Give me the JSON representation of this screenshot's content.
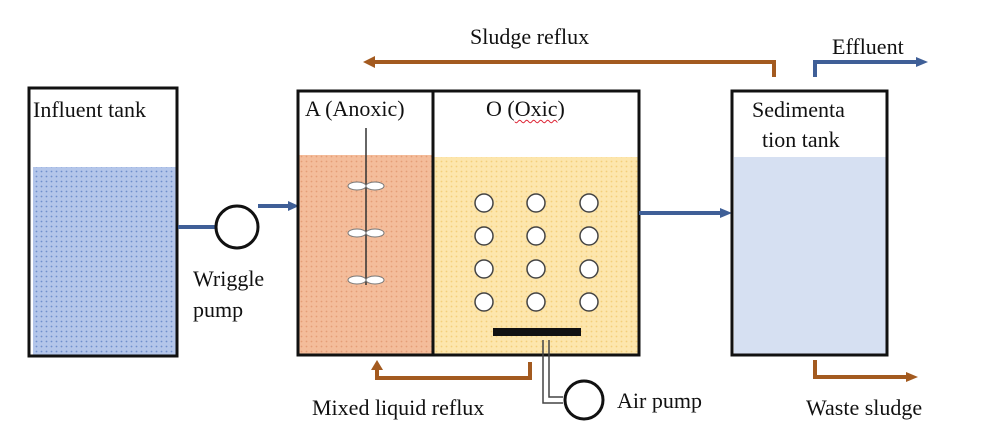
{
  "labels": {
    "influent_tank": "Influent tank",
    "wriggle_pump_line1": "Wriggle",
    "wriggle_pump_line2": "pump",
    "anoxic": "A (Anoxic)",
    "oxic_prefix": "O (",
    "oxic_word": "Oxic",
    "oxic_suffix": ")",
    "sedimentation_line1": "Sedimenta",
    "sedimentation_line2": "tion tank",
    "sludge_reflux": "Sludge reflux",
    "effluent": "Effluent",
    "mixed_liquid_reflux": "Mixed liquid reflux",
    "air_pump": "Air pump",
    "waste_sludge": "Waste sludge"
  },
  "colors": {
    "influent_water": "#9db4e0",
    "anoxic_liquid": "#f2b48e",
    "oxic_liquid": "#fce3a3",
    "sedimentation_liquid": "#d4dff1",
    "flow_arrow_blue": "#3f5f97",
    "reflux_arrow_brown": "#a35a1f",
    "tank_outline": "#111111"
  }
}
